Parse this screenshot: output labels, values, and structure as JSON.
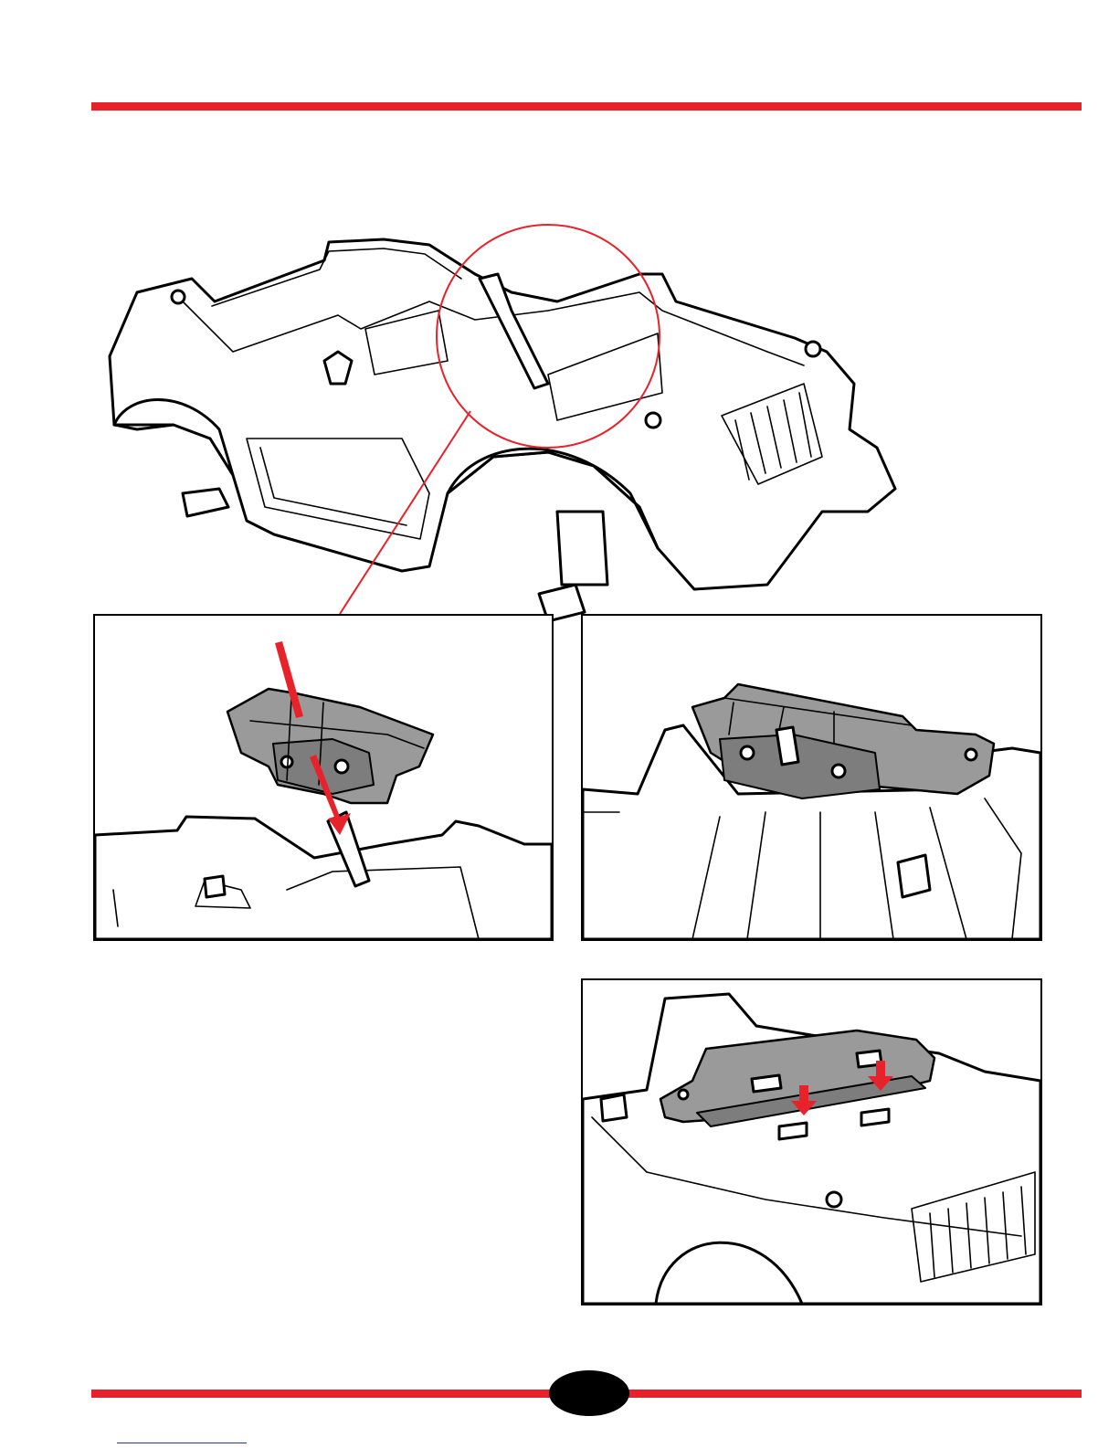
{
  "page": {
    "page_number": "",
    "accent_color": "#e8222a"
  },
  "figures": {
    "main": {
      "icon": "ride-on-car-body-illustration",
      "callout_color": "#e8222a"
    },
    "step_a": {
      "icon": "dashboard-insertion-illustration",
      "arrows": 2
    },
    "step_b": {
      "icon": "dashboard-mounted-illustration"
    },
    "step_c": {
      "icon": "dashboard-clip-illustration",
      "arrows": 2
    }
  }
}
